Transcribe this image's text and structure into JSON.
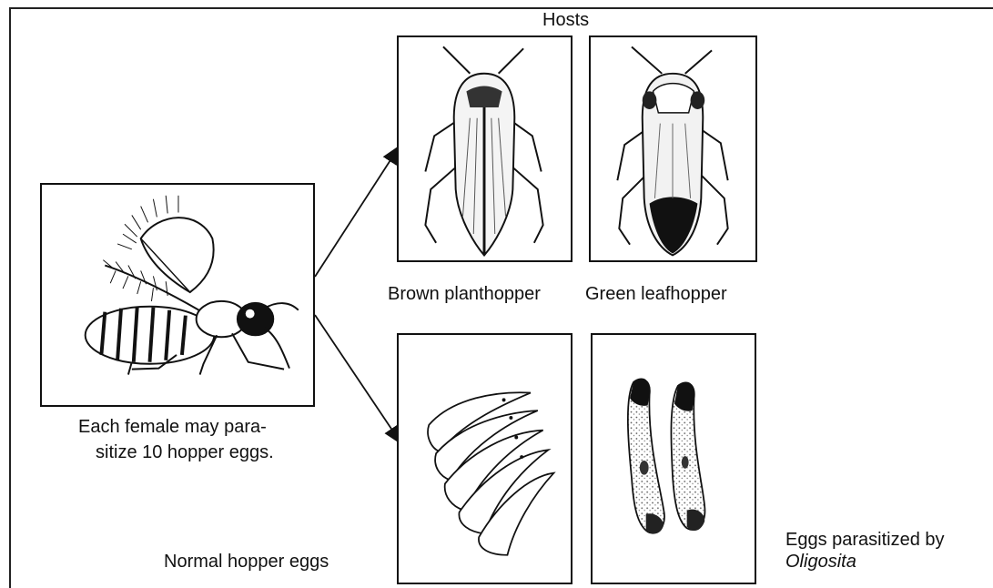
{
  "header": {
    "hosts_label": "Hosts"
  },
  "wasp": {
    "caption_line1": "Each female may para-",
    "caption_line2": "sitize 10 hopper eggs."
  },
  "hosts": {
    "brown_planthopper_label": "Brown planthopper",
    "green_leafhopper_label": "Green leafhopper"
  },
  "eggs": {
    "normal_label": "Normal hopper eggs",
    "parasitized_line1": "Eggs parasitized by",
    "parasitized_line2": "Oligosita"
  },
  "colors": {
    "ink": "#111111",
    "paper": "#ffffff"
  }
}
